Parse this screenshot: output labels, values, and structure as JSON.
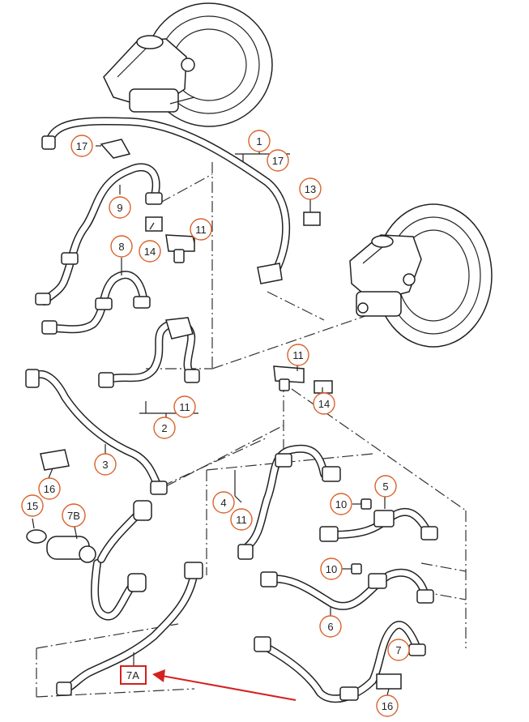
{
  "callouts": [
    {
      "id": "c1",
      "label": "1"
    },
    {
      "id": "c17a",
      "label": "17"
    },
    {
      "id": "c17b",
      "label": "17"
    },
    {
      "id": "c13",
      "label": "13"
    },
    {
      "id": "c9",
      "label": "9"
    },
    {
      "id": "c11a",
      "label": "11"
    },
    {
      "id": "c14a",
      "label": "14"
    },
    {
      "id": "c8",
      "label": "8"
    },
    {
      "id": "c11b",
      "label": "11"
    },
    {
      "id": "c14b",
      "label": "14"
    },
    {
      "id": "c11c",
      "label": "11"
    },
    {
      "id": "c2",
      "label": "2"
    },
    {
      "id": "c3",
      "label": "3"
    },
    {
      "id": "c16a",
      "label": "16"
    },
    {
      "id": "c15",
      "label": "15"
    },
    {
      "id": "c7B",
      "label": "7B"
    },
    {
      "id": "c4",
      "label": "4"
    },
    {
      "id": "c11d",
      "label": "11"
    },
    {
      "id": "c5",
      "label": "5"
    },
    {
      "id": "c10a",
      "label": "10"
    },
    {
      "id": "c10b",
      "label": "10"
    },
    {
      "id": "c6",
      "label": "6"
    },
    {
      "id": "c7",
      "label": "7"
    },
    {
      "id": "c16b",
      "label": "16"
    }
  ],
  "highlight": {
    "label": "7A",
    "color": "#d42020"
  },
  "colors": {
    "callout_ring": "#d9622b",
    "line": "#222222",
    "arrow": "#d42020"
  }
}
